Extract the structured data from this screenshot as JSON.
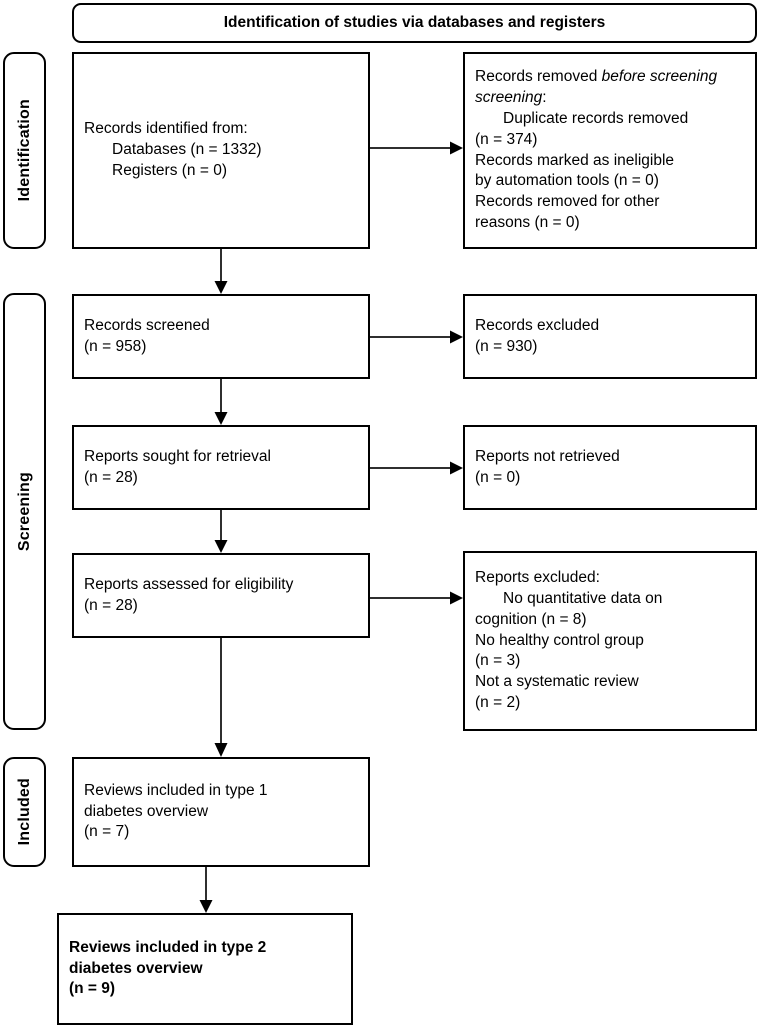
{
  "diagram": {
    "type": "prisma-flow-diagram",
    "title": "Identification of studies via databases and registers",
    "phases": [
      {
        "label": "Identification"
      },
      {
        "label": "Screening"
      },
      {
        "label": "Included"
      }
    ]
  },
  "boxes": {
    "records_identified": {
      "lines": [
        "Records identified from:",
        "Databases (n = 1332)",
        "Registers (n = 0)"
      ]
    },
    "records_removed": {
      "lines": [
        "Records removed ",
        "before screening",
        ":",
        "Duplicate records removed",
        "(n = 374)",
        "Records marked as ineligible",
        "by automation tools (n = 0)",
        "Records removed for other",
        "reasons (n = 0)"
      ]
    },
    "records_screened": {
      "lines": [
        "Records screened",
        "(n = 958)"
      ]
    },
    "records_excluded": {
      "lines": [
        "Records excluded",
        "(n = 930)"
      ]
    },
    "reports_sought": {
      "lines": [
        "Reports sought for retrieval",
        "(n = 28)"
      ]
    },
    "reports_not_retrieved": {
      "lines": [
        "Reports not retrieved",
        "(n = 0)"
      ]
    },
    "reports_assessed": {
      "lines": [
        "Reports assessed for eligibility",
        "(n = 28)"
      ]
    },
    "reports_excluded": {
      "lines": [
        "Reports excluded:",
        "No quantitative data on",
        "cognition (n = 8)",
        "No healthy control group",
        "(n = 3)",
        "Not a systematic review",
        "(n = 2)"
      ]
    },
    "reviews_type1": {
      "lines": [
        "Reviews included in type 1",
        "diabetes overview",
        "(n = 7)"
      ]
    },
    "reviews_type2": {
      "lines": [
        "Reviews included in type 2",
        "diabetes overview",
        "(n = 9)"
      ]
    }
  },
  "colors": {
    "stroke": "#000000",
    "background": "#ffffff",
    "connector": "#3a3a3a"
  }
}
